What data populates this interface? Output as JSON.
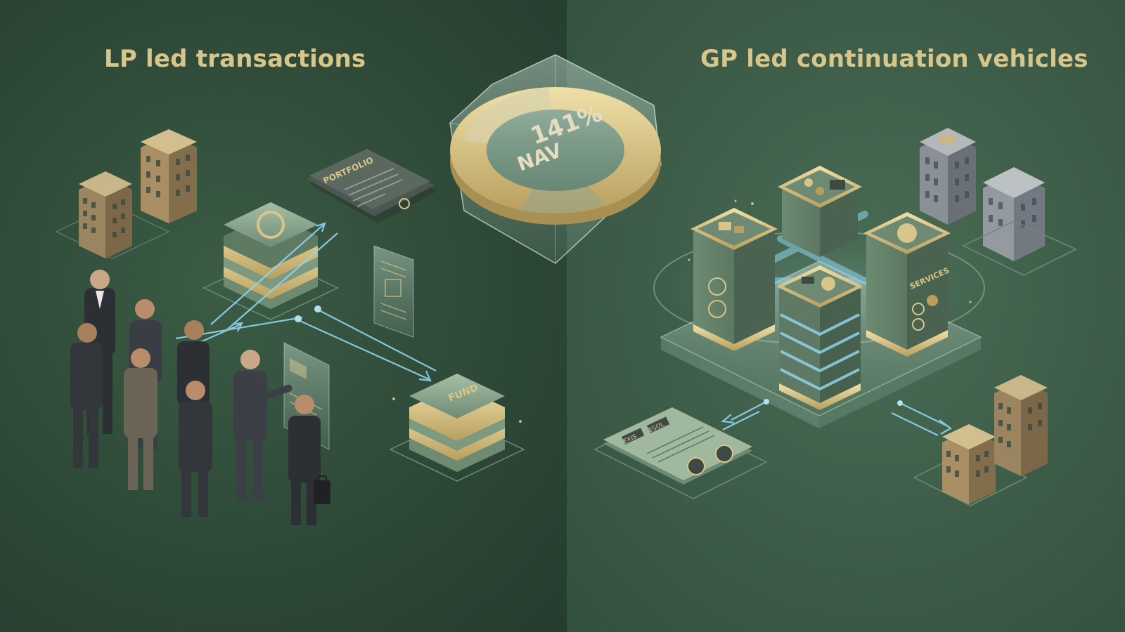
{
  "headings": {
    "left": "LP led transactions",
    "right": "GP led continuation vehicles"
  },
  "center_ring": {
    "value": "141%",
    "label": "NAV"
  },
  "labels": {
    "portfolio_doc": "PORTFOLIO",
    "fund_stack": "FUND",
    "services_tower": "SERVICES",
    "contract_tab_1": "EXIS",
    "contract_tab_2": "ESOL"
  },
  "colors": {
    "gold": "#d8c58a",
    "left_background": "#2d4736",
    "right_background": "#3d5c48",
    "glow_blue": "#8fd4ee",
    "sage": "#8aa58e"
  },
  "icons": [
    "building-icon",
    "document-icon",
    "gear-icon",
    "people-icon",
    "briefcase-icon",
    "arrow-icon",
    "coin-icon",
    "server-icon"
  ]
}
